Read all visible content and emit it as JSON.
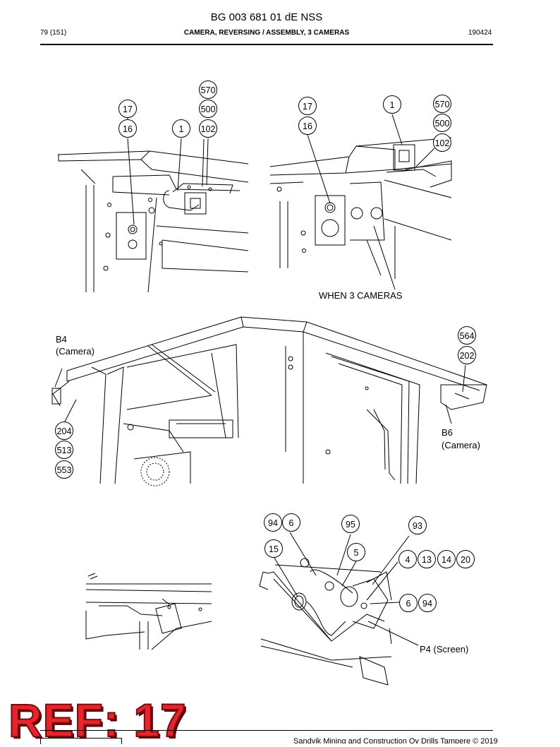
{
  "header": {
    "doc_id": "BG 003 681 01 dE NSS",
    "page": "79 (151)",
    "title": "CAMERA, REVERSING / ASSEMBLY, 3 CAMERAS",
    "date": "190424"
  },
  "diagram1": {
    "callouts": {
      "c570": "570",
      "c500": "500",
      "c102": "102",
      "c17": "17",
      "c16": "16",
      "c1": "1"
    }
  },
  "diagram2": {
    "callouts": {
      "c17": "17",
      "c16": "16",
      "c1": "1",
      "c570": "570",
      "c500": "500",
      "c102": "102"
    },
    "caption": "WHEN 3 CAMERAS"
  },
  "diagram3": {
    "label_b4": "B4",
    "label_b4_sub": "(Camera)",
    "label_b6": "B6",
    "label_b6_sub": "(Camera)",
    "callouts": {
      "c564": "564",
      "c202": "202",
      "c204": "204",
      "c513": "513",
      "c553": "553"
    }
  },
  "diagram4": {
    "callouts": {
      "c94a": "94",
      "c6a": "6",
      "c95": "95",
      "c93": "93",
      "c15": "15",
      "c5": "5",
      "c4": "4",
      "c13": "13",
      "c14": "14",
      "c20": "20",
      "c6b": "6",
      "c94b": "94"
    },
    "label_p4": "P4 (Screen)"
  },
  "stamp": "REF: 17",
  "footer": "Sandvik Mining and Construction Oy Drills Tampere © 2019"
}
